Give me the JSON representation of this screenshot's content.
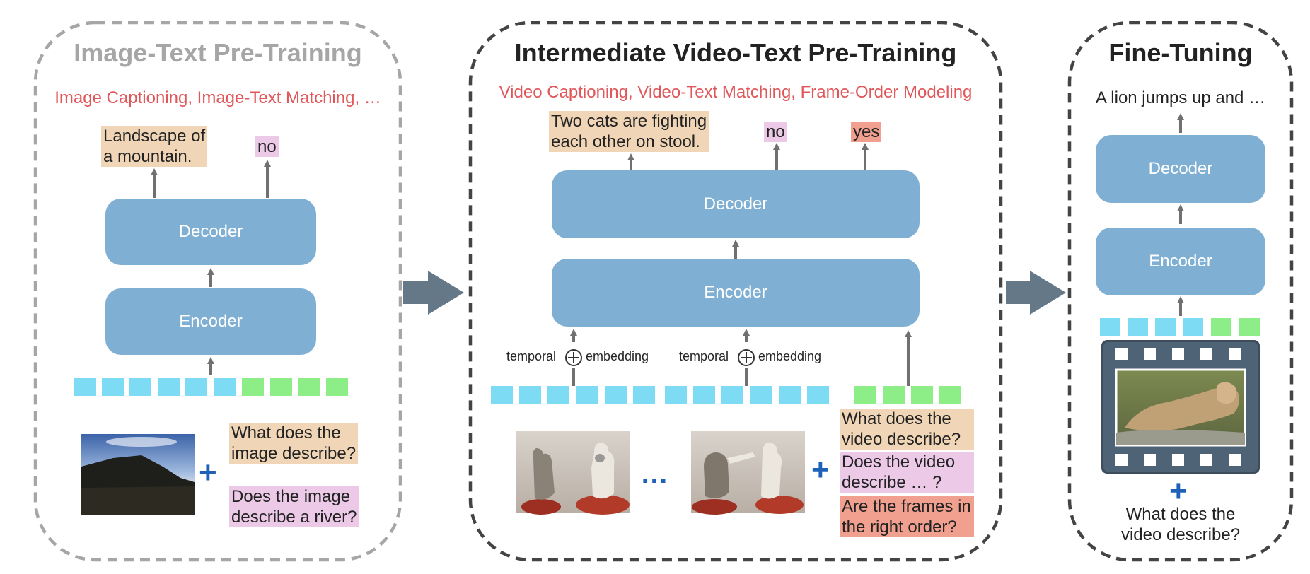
{
  "panels": {
    "left": {
      "title": "Image-Text Pre-Training",
      "tasks": "Image Captioning, Image-Text Matching, …",
      "decoder": "Decoder",
      "encoder": "Encoder",
      "output_caption_line1": "Landscape of",
      "output_caption_line2": "a mountain.",
      "output_match": "no",
      "question1_line1": "What does the",
      "question1_line2": "image describe?",
      "question2_line1": "Does the image",
      "question2_line2": "describe a river?"
    },
    "middle": {
      "title": "Intermediate Video-Text Pre-Training",
      "tasks": "Video Captioning, Video-Text Matching, Frame-Order Modeling",
      "decoder": "Decoder",
      "encoder": "Encoder",
      "output_caption_line1": "Two cats are fighting",
      "output_caption_line2": "each other on stool.",
      "output_match": "no",
      "output_order": "yes",
      "temporal_label": "temporal",
      "embedding_label": "embedding",
      "ellipsis": "…",
      "question1_line1": "What does the",
      "question1_line2": "video describe?",
      "question2_line1": "Does the video",
      "question2_line2": "describe … ?",
      "question3_line1": "Are the frames in",
      "question3_line2": "the right order?"
    },
    "right": {
      "title": "Fine-Tuning",
      "output": "A lion jumps up and …",
      "decoder": "Decoder",
      "encoder": "Encoder",
      "question_line1": "What does the",
      "question_line2": "video describe?"
    }
  },
  "colors": {
    "block": "#7fb0d3",
    "task_text": "#e0575a",
    "left_title": "#a6a6a6",
    "dark_title": "#222222",
    "visual_token": "#7ddcf4",
    "text_token": "#8ded87",
    "caption_bg": "#f0d6b7",
    "match_bg": "#ebc9e7",
    "order_bg": "#f1a08f",
    "plus": "#1d62b8",
    "big_arrow": "#647888"
  },
  "icons": [
    "landscape-image",
    "cat-frame-image",
    "lion-film-strip-image",
    "plus-icon",
    "arrow-icon"
  ]
}
